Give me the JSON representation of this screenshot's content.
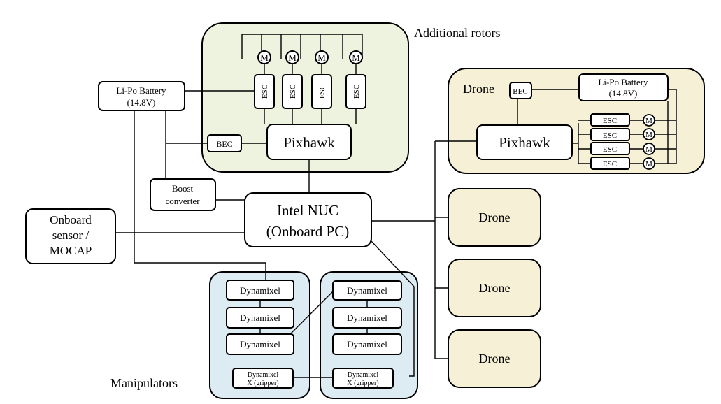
{
  "labels": {
    "additional_rotors": "Additional rotors",
    "manipulators": "Manipulators",
    "drone_group_label": "Drone"
  },
  "colors": {
    "rotor_group_fill": "#eef3e0",
    "drone_group_fill": "#f6f1d6",
    "manipulator_group_fill": "#dcecf2",
    "line": "#000000",
    "box_fill": "#ffffff"
  },
  "battery_left": {
    "line1": "Li-Po Battery",
    "line2": "(14.8V)"
  },
  "battery_right": {
    "line1": "Li-Po Battery",
    "line2": "(14.8V)"
  },
  "bec_left": "BEC",
  "bec_right": "BEC",
  "pixhawk_left": "Pixhawk",
  "pixhawk_right": "Pixhawk",
  "boost_converter": {
    "line1": "Boost",
    "line2": "converter"
  },
  "intel_nuc": {
    "line1": "Intel NUC",
    "line2": "(Onboard PC)"
  },
  "onboard_sensor": {
    "line1": "Onboard",
    "line2": "sensor /",
    "line3": "MOCAP"
  },
  "motor_label": "M",
  "esc_label": "ESC",
  "other_drones": [
    "Drone",
    "Drone",
    "Drone"
  ],
  "manipulator_1": [
    "Dynamixel",
    "Dynamixel",
    "Dynamixel"
  ],
  "manipulator_2": [
    "Dynamixel",
    "Dynamixel",
    "Dynamixel"
  ],
  "gripper": {
    "line1": "Dynamixel",
    "line2": "X (gripper)"
  }
}
